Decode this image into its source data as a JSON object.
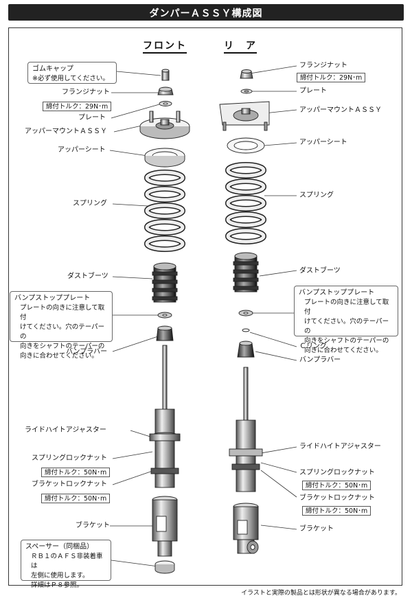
{
  "title": "ダンパーＡＳＳＹ構成図",
  "columns": {
    "front": "フロント",
    "rear": "リ　ア"
  },
  "front": {
    "note_cap": {
      "head": "ゴムキャップ",
      "body": "※必ず使用してください。"
    },
    "flange_nut": "フランジナット",
    "flange_torque": "締付トルク：29N･m",
    "plate": "プレート",
    "upper_mount": "アッパーマウントＡＳＳＹ",
    "upper_seat": "アッパーシート",
    "spring": "スプリング",
    "dust_boots": "ダストブーツ",
    "note_bump_plate": {
      "head": "バンプストッププレート",
      "body": "プレートの向きに注意して取付\nけてください。穴のテーパーの\n向きをシャフトのテーパーの\n向きに合わせてください。"
    },
    "bump_rubber": "バンプラバー",
    "ride_height": "ライドハイトアジャスター",
    "spring_lock_nut": "スプリングロックナット",
    "spring_lock_torque": "締付トルク：50N･m",
    "bracket_lock_nut": "ブラケットロックナット",
    "bracket_lock_torque": "締付トルク：50N･m",
    "bracket": "ブラケット",
    "note_spacer": {
      "head": "スペーサー（同梱品）",
      "body": "ＲＢ１のＡＦＳ非装着車は\n左側に使用します。\n詳細はＰ８参照。"
    }
  },
  "rear": {
    "flange_nut": "フランジナット",
    "flange_torque": "締付トルク：29N･m",
    "plate": "プレート",
    "upper_mount": "アッパーマウントＡＳＳＹ",
    "upper_seat": "アッパーシート",
    "spring": "スプリング",
    "dust_boots": "ダストブーツ",
    "note_bump_plate": {
      "head": "バンプストッププレート",
      "body": "プレートの向きに注意して取付\nけてください。穴のテーパーの\n向きをシャフトのテーパーの\n向きに合わせてください。"
    },
    "c_ring": "Ｃリング",
    "bump_rubber": "バンプラバー",
    "ride_height": "ライドハイトアジャスター",
    "spring_lock_nut": "スプリングロックナット",
    "spring_lock_torque": "締付トルク：50N･m",
    "bracket_lock_nut": "ブラケットロックナット",
    "bracket_lock_torque": "締付トルク：50N･m",
    "bracket": "ブラケット"
  },
  "footer": "イラストと実際の製品とは形状が異なる場合があります。"
}
